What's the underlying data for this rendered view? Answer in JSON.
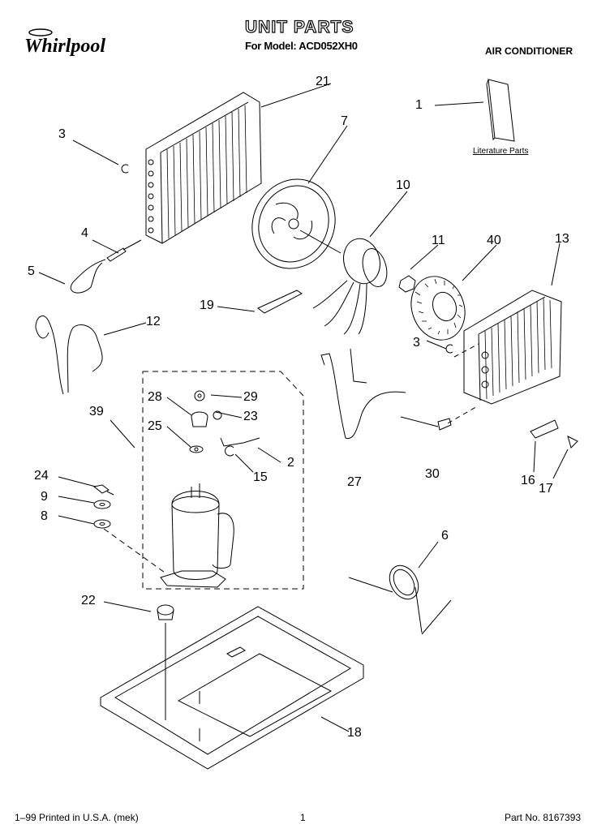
{
  "header": {
    "brand": "Whirlpool",
    "title": "UNIT PARTS",
    "model_line": "For Model: ACD052XH0",
    "product": "AIR CONDITIONER"
  },
  "labels": {
    "literature": "Literature Parts"
  },
  "callouts": {
    "p1": "1",
    "p2": "2",
    "p3a": "3",
    "p3b": "3",
    "p4": "4",
    "p5": "5",
    "p6": "6",
    "p7": "7",
    "p8": "8",
    "p9": "9",
    "p10": "10",
    "p11": "11",
    "p12": "12",
    "p13": "13",
    "p15": "15",
    "p16": "16",
    "p17": "17",
    "p18": "18",
    "p19": "19",
    "p21": "21",
    "p22": "22",
    "p23": "23",
    "p24": "24",
    "p25": "25",
    "p27": "27",
    "p28": "28",
    "p29": "29",
    "p30": "30",
    "p39": "39",
    "p40": "40"
  },
  "footer": {
    "printed": "1–99 Printed in U.S.A. (mek)",
    "page": "1",
    "part_no": "Part No. 8167393"
  }
}
